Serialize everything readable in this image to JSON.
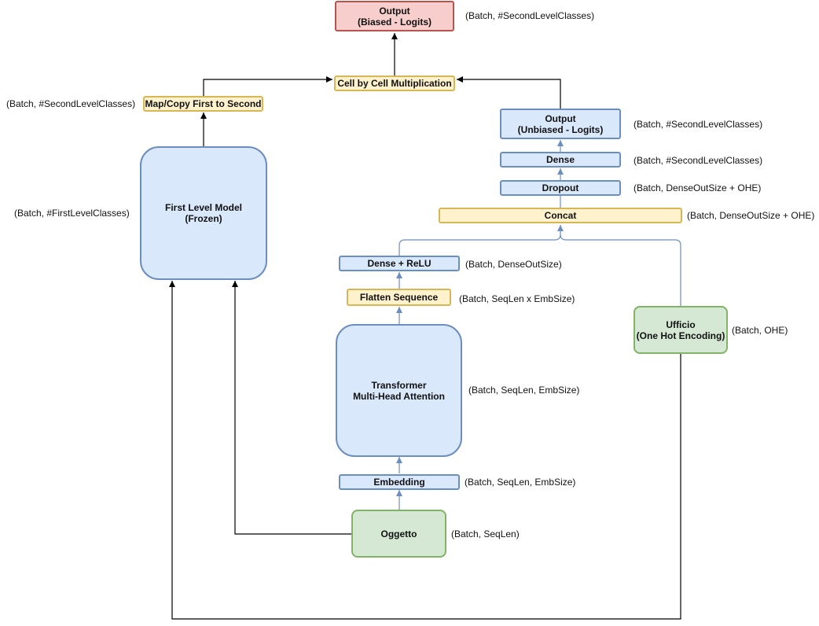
{
  "nodes": {
    "output_biased": "Output\n(Biased - Logits)",
    "cell_mult": "Cell by Cell Multiplication",
    "map_copy": "Map/Copy First to Second",
    "first_level": "First Level Model\n(Frozen)",
    "output_unbiased": "Output\n(Unbiased - Logits)",
    "dense": "Dense",
    "dropout": "Dropout",
    "concat": "Concat",
    "dense_relu": "Dense + ReLU",
    "flatten": "Flatten Sequence",
    "transformer": "Transformer\nMulti-Head Attention",
    "embedding": "Embedding",
    "oggetto": "Oggetto",
    "ufficio": "Ufficio\n(One Hot Encoding)"
  },
  "annotations": {
    "output_biased": "(Batch, #SecondLevelClasses)",
    "map_copy": "(Batch, #SecondLevelClasses)",
    "first_level": "(Batch, #FirstLevelClasses)",
    "output_unbiased": "(Batch, #SecondLevelClasses)",
    "dense": "(Batch, #SecondLevelClasses)",
    "dropout": "(Batch, DenseOutSize + OHE)",
    "concat": "(Batch, DenseOutSize + OHE)",
    "dense_relu": "(Batch, DenseOutSize)",
    "flatten": "(Batch, SeqLen x EmbSize)",
    "transformer": "(Batch, SeqLen, EmbSize)",
    "embedding": "(Batch, SeqLen, EmbSize)",
    "oggetto": "(Batch, SeqLen)",
    "ufficio": "(Batch, OHE)"
  },
  "colors": {
    "edge_dark": "#000000",
    "edge_blue": "#6c8ebf"
  }
}
